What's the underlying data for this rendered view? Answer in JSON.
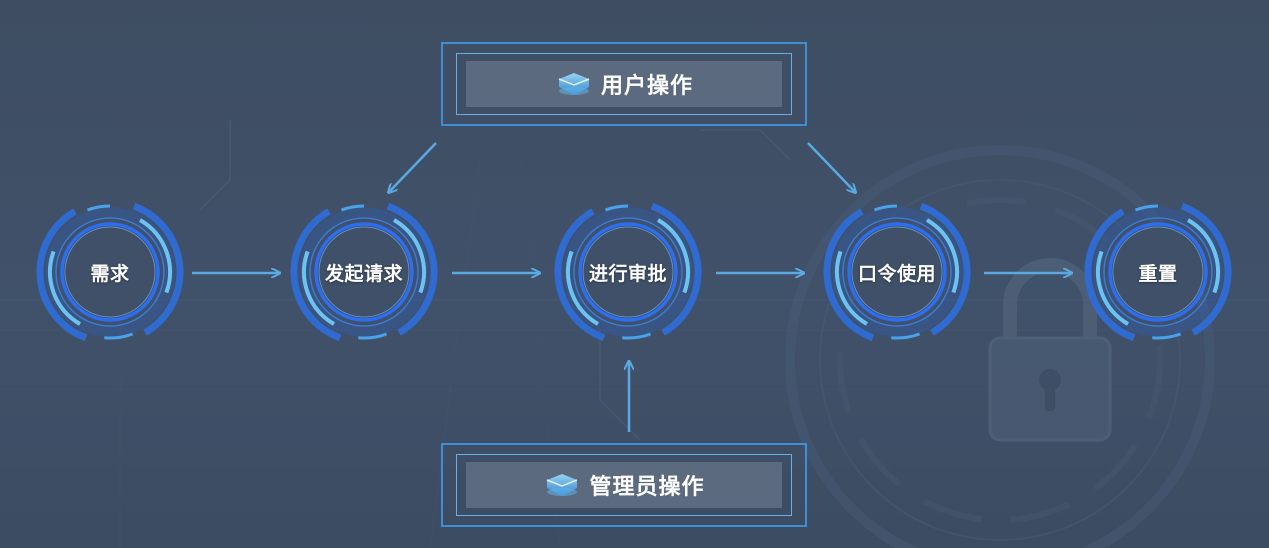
{
  "diagram": {
    "user_operation_label": "用户操作",
    "admin_operation_label": "管理员操作",
    "steps": [
      {
        "label": "需求"
      },
      {
        "label": "发起请求"
      },
      {
        "label": "进行审批"
      },
      {
        "label": "口令使用"
      },
      {
        "label": "重置"
      }
    ],
    "icons": {
      "operation_icon": "platform-icon",
      "background_icon": "padlock-icon"
    },
    "colors": {
      "background": "#3f4f64",
      "accent": "#3f8fd6",
      "arrow": "#5aa9e0",
      "node_ring": "#2f6fe0",
      "node_fill": "#3f5068"
    }
  }
}
